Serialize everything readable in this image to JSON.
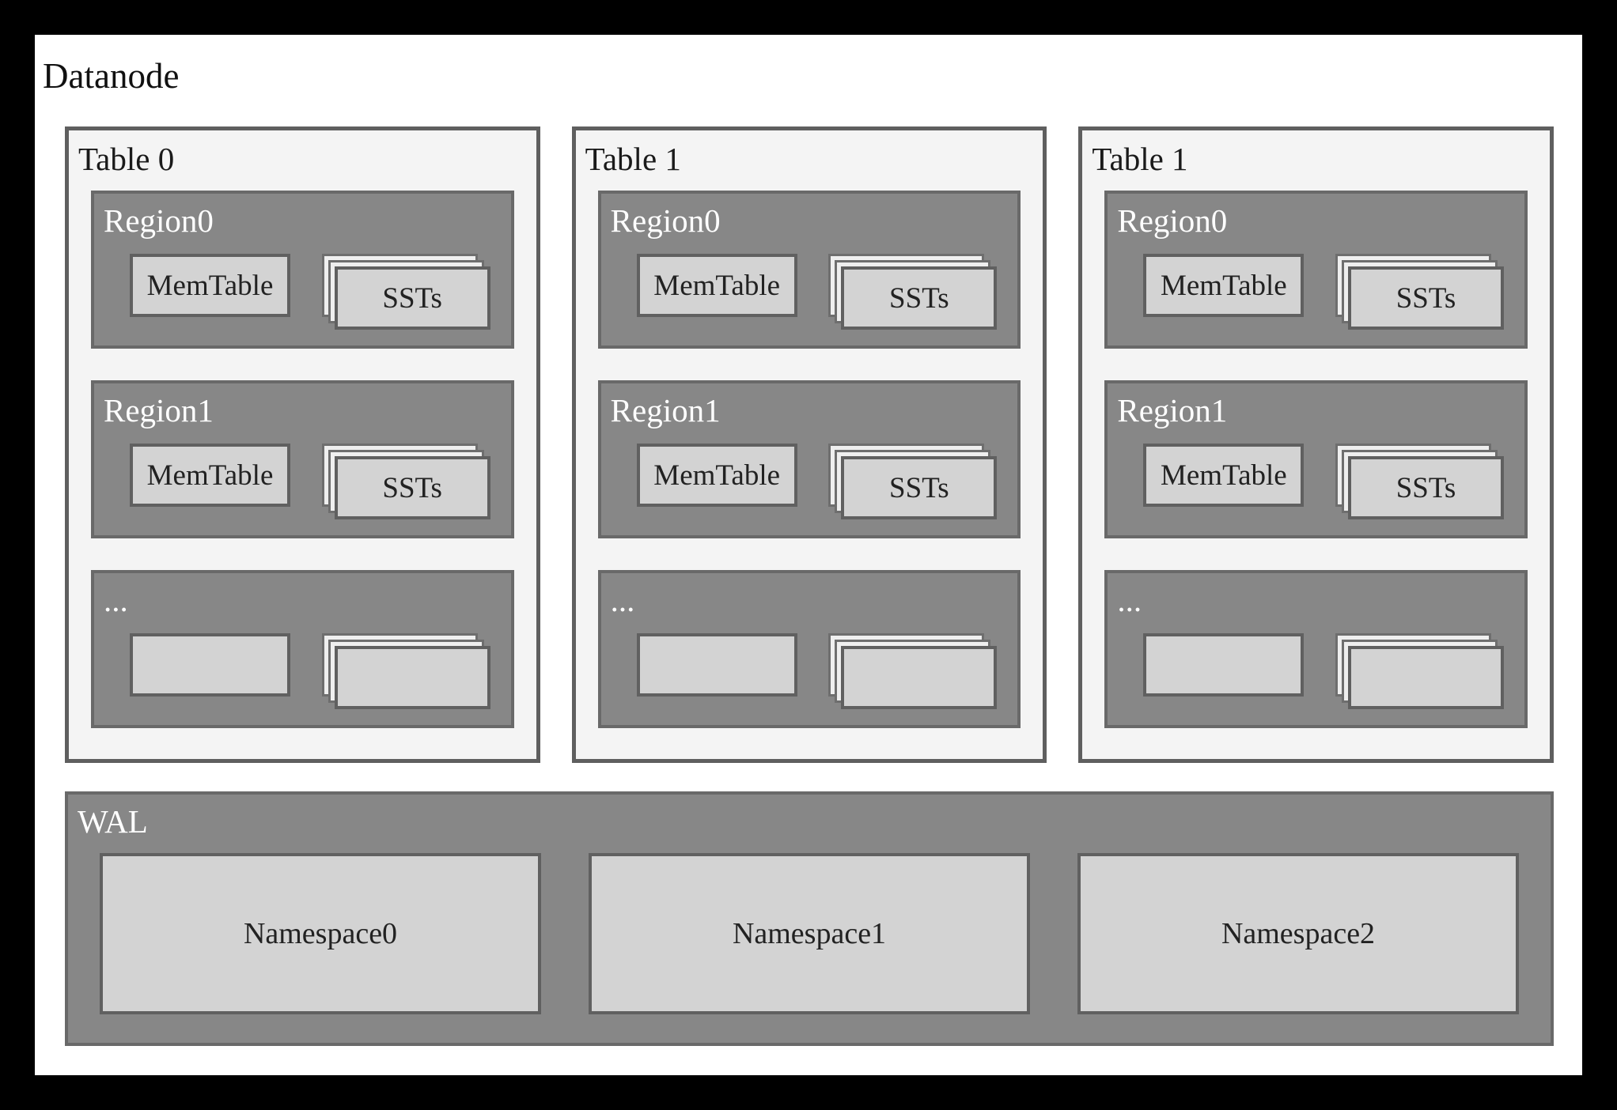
{
  "diagram": {
    "title": "Datanode"
  },
  "tables": [
    {
      "label": "Table 0",
      "regions": [
        {
          "label": "Region0",
          "memtable": "MemTable",
          "ssts": "SSTs"
        },
        {
          "label": "Region1",
          "memtable": "MemTable",
          "ssts": "SSTs"
        },
        {
          "label": "...",
          "memtable": "",
          "ssts": ""
        }
      ]
    },
    {
      "label": "Table 1",
      "regions": [
        {
          "label": "Region0",
          "memtable": "MemTable",
          "ssts": "SSTs"
        },
        {
          "label": "Region1",
          "memtable": "MemTable",
          "ssts": "SSTs"
        },
        {
          "label": "...",
          "memtable": "",
          "ssts": ""
        }
      ]
    },
    {
      "label": "Table 1",
      "regions": [
        {
          "label": "Region0",
          "memtable": "MemTable",
          "ssts": "SSTs"
        },
        {
          "label": "Region1",
          "memtable": "MemTable",
          "ssts": "SSTs"
        },
        {
          "label": "...",
          "memtable": "",
          "ssts": ""
        }
      ]
    }
  ],
  "wal": {
    "label": "WAL",
    "namespaces": [
      {
        "label": "Namespace0"
      },
      {
        "label": "Namespace1"
      },
      {
        "label": "Namespace2"
      }
    ]
  },
  "colors": {
    "frame": "#000000",
    "page": "#ffffff",
    "panel_fill": "#f4f4f4",
    "region_fill": "#878787",
    "box_fill": "#d3d3d3",
    "stack_back_fill": "#efefef",
    "border": "#606060",
    "dark_text": "#222222",
    "light_text": "#ffffff"
  }
}
